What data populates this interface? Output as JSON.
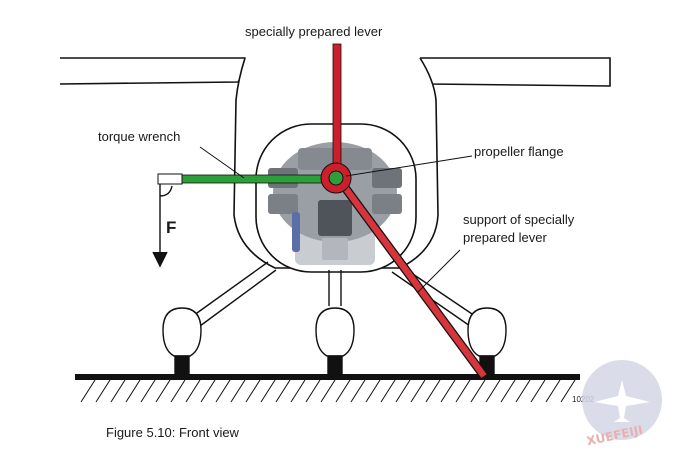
{
  "labels": {
    "lever": "specially prepared lever",
    "wrench": "torque wrench",
    "flange": "propeller flange",
    "support_line1": "support of specially",
    "support_line2": "prepared lever",
    "force": "F",
    "code": "10202"
  },
  "caption": "Figure 5.10: Front view",
  "watermark": {
    "text": "XUEFEIJI"
  },
  "colors": {
    "outline": "#111111",
    "wrench": "#2e9e3a",
    "lever": "#cc1f2b",
    "lever_support": "#d8343c",
    "engine": "#8a8f96",
    "watermark": "#c9cce0",
    "watermark_text": "#e6a3a3"
  }
}
